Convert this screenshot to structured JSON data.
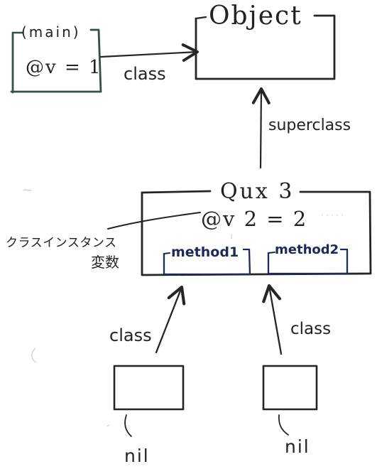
{
  "diagram": {
    "main_object": {
      "title": "(main)",
      "ivar": "@v = 1"
    },
    "object_class": {
      "title": "Object"
    },
    "qux3_class": {
      "title": "Qux 3",
      "class_ivar": "@v 2 = 2",
      "methods": [
        "method1",
        "method2"
      ]
    },
    "labels": {
      "class_main": "class",
      "superclass": "superclass",
      "class_left": "class",
      "class_right": "class",
      "class_instance_var_line1": "クラスインスタンス",
      "class_instance_var_line2": "変数",
      "nil_left": "nil",
      "nil_right": "nil"
    },
    "colors": {
      "ink": "#222222",
      "main_box": "#2f5148",
      "method_box": "#1d2a5a",
      "background": "#ffffff"
    }
  }
}
